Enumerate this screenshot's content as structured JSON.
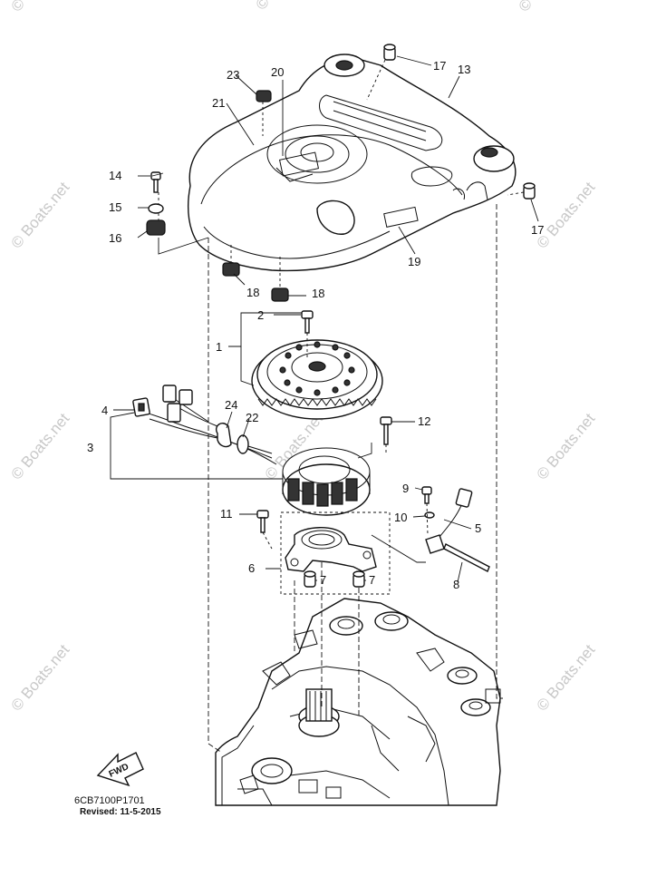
{
  "diagram": {
    "callouts": [
      "1",
      "2",
      "3",
      "4",
      "5",
      "6",
      "7",
      "7",
      "8",
      "9",
      "10",
      "11",
      "12",
      "13",
      "14",
      "15",
      "16",
      "17",
      "17",
      "18",
      "18",
      "19",
      "20",
      "21",
      "22",
      "23",
      "24"
    ],
    "watermark": "© Boats.net",
    "fwd_label": "FWD",
    "diagram_code": "6CB7100P1701",
    "revised_text": "Revised: 11-5-2015"
  }
}
